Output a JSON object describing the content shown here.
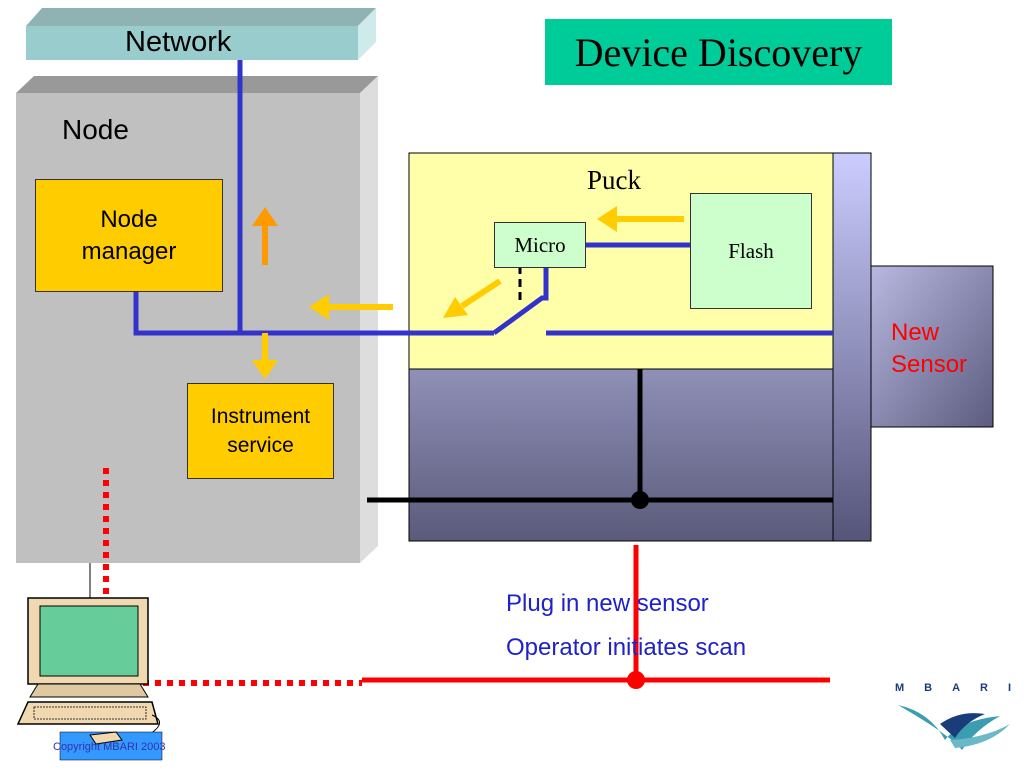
{
  "title": "Device Discovery",
  "network": {
    "label": "Network"
  },
  "node": {
    "label": "Node",
    "manager_line1": "Node",
    "manager_line2": "manager",
    "service_line1": "Instrument",
    "service_line2": "service"
  },
  "puck": {
    "label": "Puck",
    "micro": "Micro",
    "flash": "Flash"
  },
  "sensor": {
    "line1": "New",
    "line2": "Sensor"
  },
  "notes": [
    "Plug in new sensor",
    "Operator initiates scan"
  ],
  "footer": {
    "copyright": "Copyright MBARI 2003"
  },
  "logo": {
    "letters": "MBARI",
    "icon": "mbari-wave-logo"
  },
  "colors": {
    "title_bg": "#00cc99",
    "node_boxes": "#ffcc00",
    "puck_bg": "#ffffaa",
    "chip_bg": "#ccffcc",
    "signal_line": "#3333cc",
    "arrow": "#ffcc00",
    "power_line": "#ff0000",
    "sensor_text": "#ff0000",
    "note_text": "#1f22c8"
  }
}
